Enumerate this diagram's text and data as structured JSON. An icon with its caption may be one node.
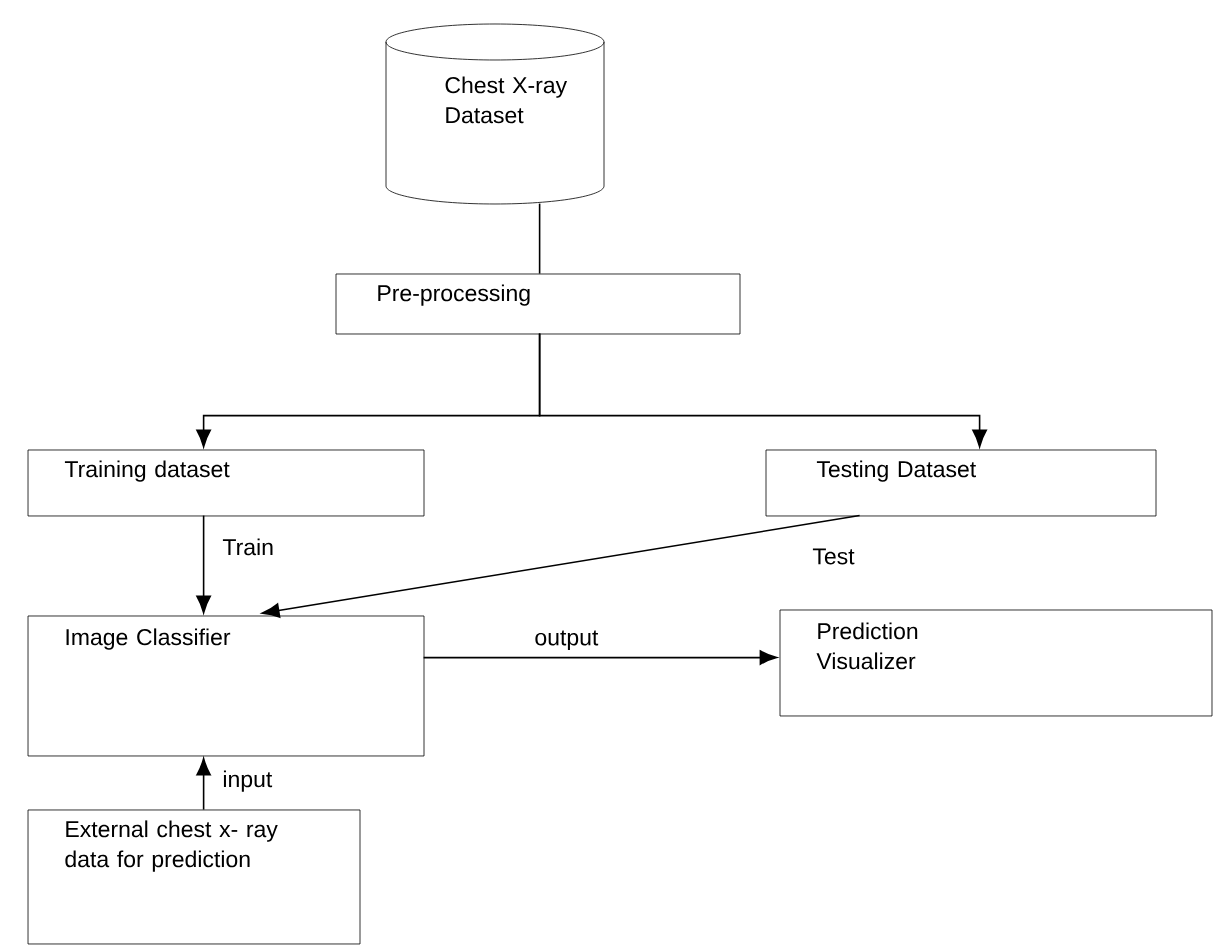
{
  "diagram": {
    "nodes": [
      {
        "text": [
          "Chest X-ray Dataset"
        ]
      },
      {
        "text": [
          "Pre-processing"
        ]
      },
      {
        "text": [
          "Training dataset"
        ]
      },
      {
        "text": [
          "Testing Dataset"
        ]
      },
      {
        "text": [
          "Image Classifier"
        ]
      },
      {
        "text": [
          "Prediction Visualizer"
        ]
      },
      {
        "text": [
          "External chest x- ray data for prediction"
        ]
      }
    ],
    "edges": [
      {
        "from": 0,
        "to": 1,
        "arrow": "none"
      },
      {
        "from": 1,
        "to": 2,
        "arrow": "to"
      },
      {
        "from": 1,
        "to": 3,
        "arrow": "to"
      },
      {
        "from": 2,
        "to": 4,
        "arrow": "to",
        "label": "Train"
      },
      {
        "from": 3,
        "to": 4,
        "arrow": "to",
        "label": "Test"
      },
      {
        "from": 4,
        "to": 5,
        "arrow": "to",
        "label": "output"
      },
      {
        "from": 6,
        "to": 4,
        "arrow": "to",
        "label": "input"
      }
    ]
  }
}
